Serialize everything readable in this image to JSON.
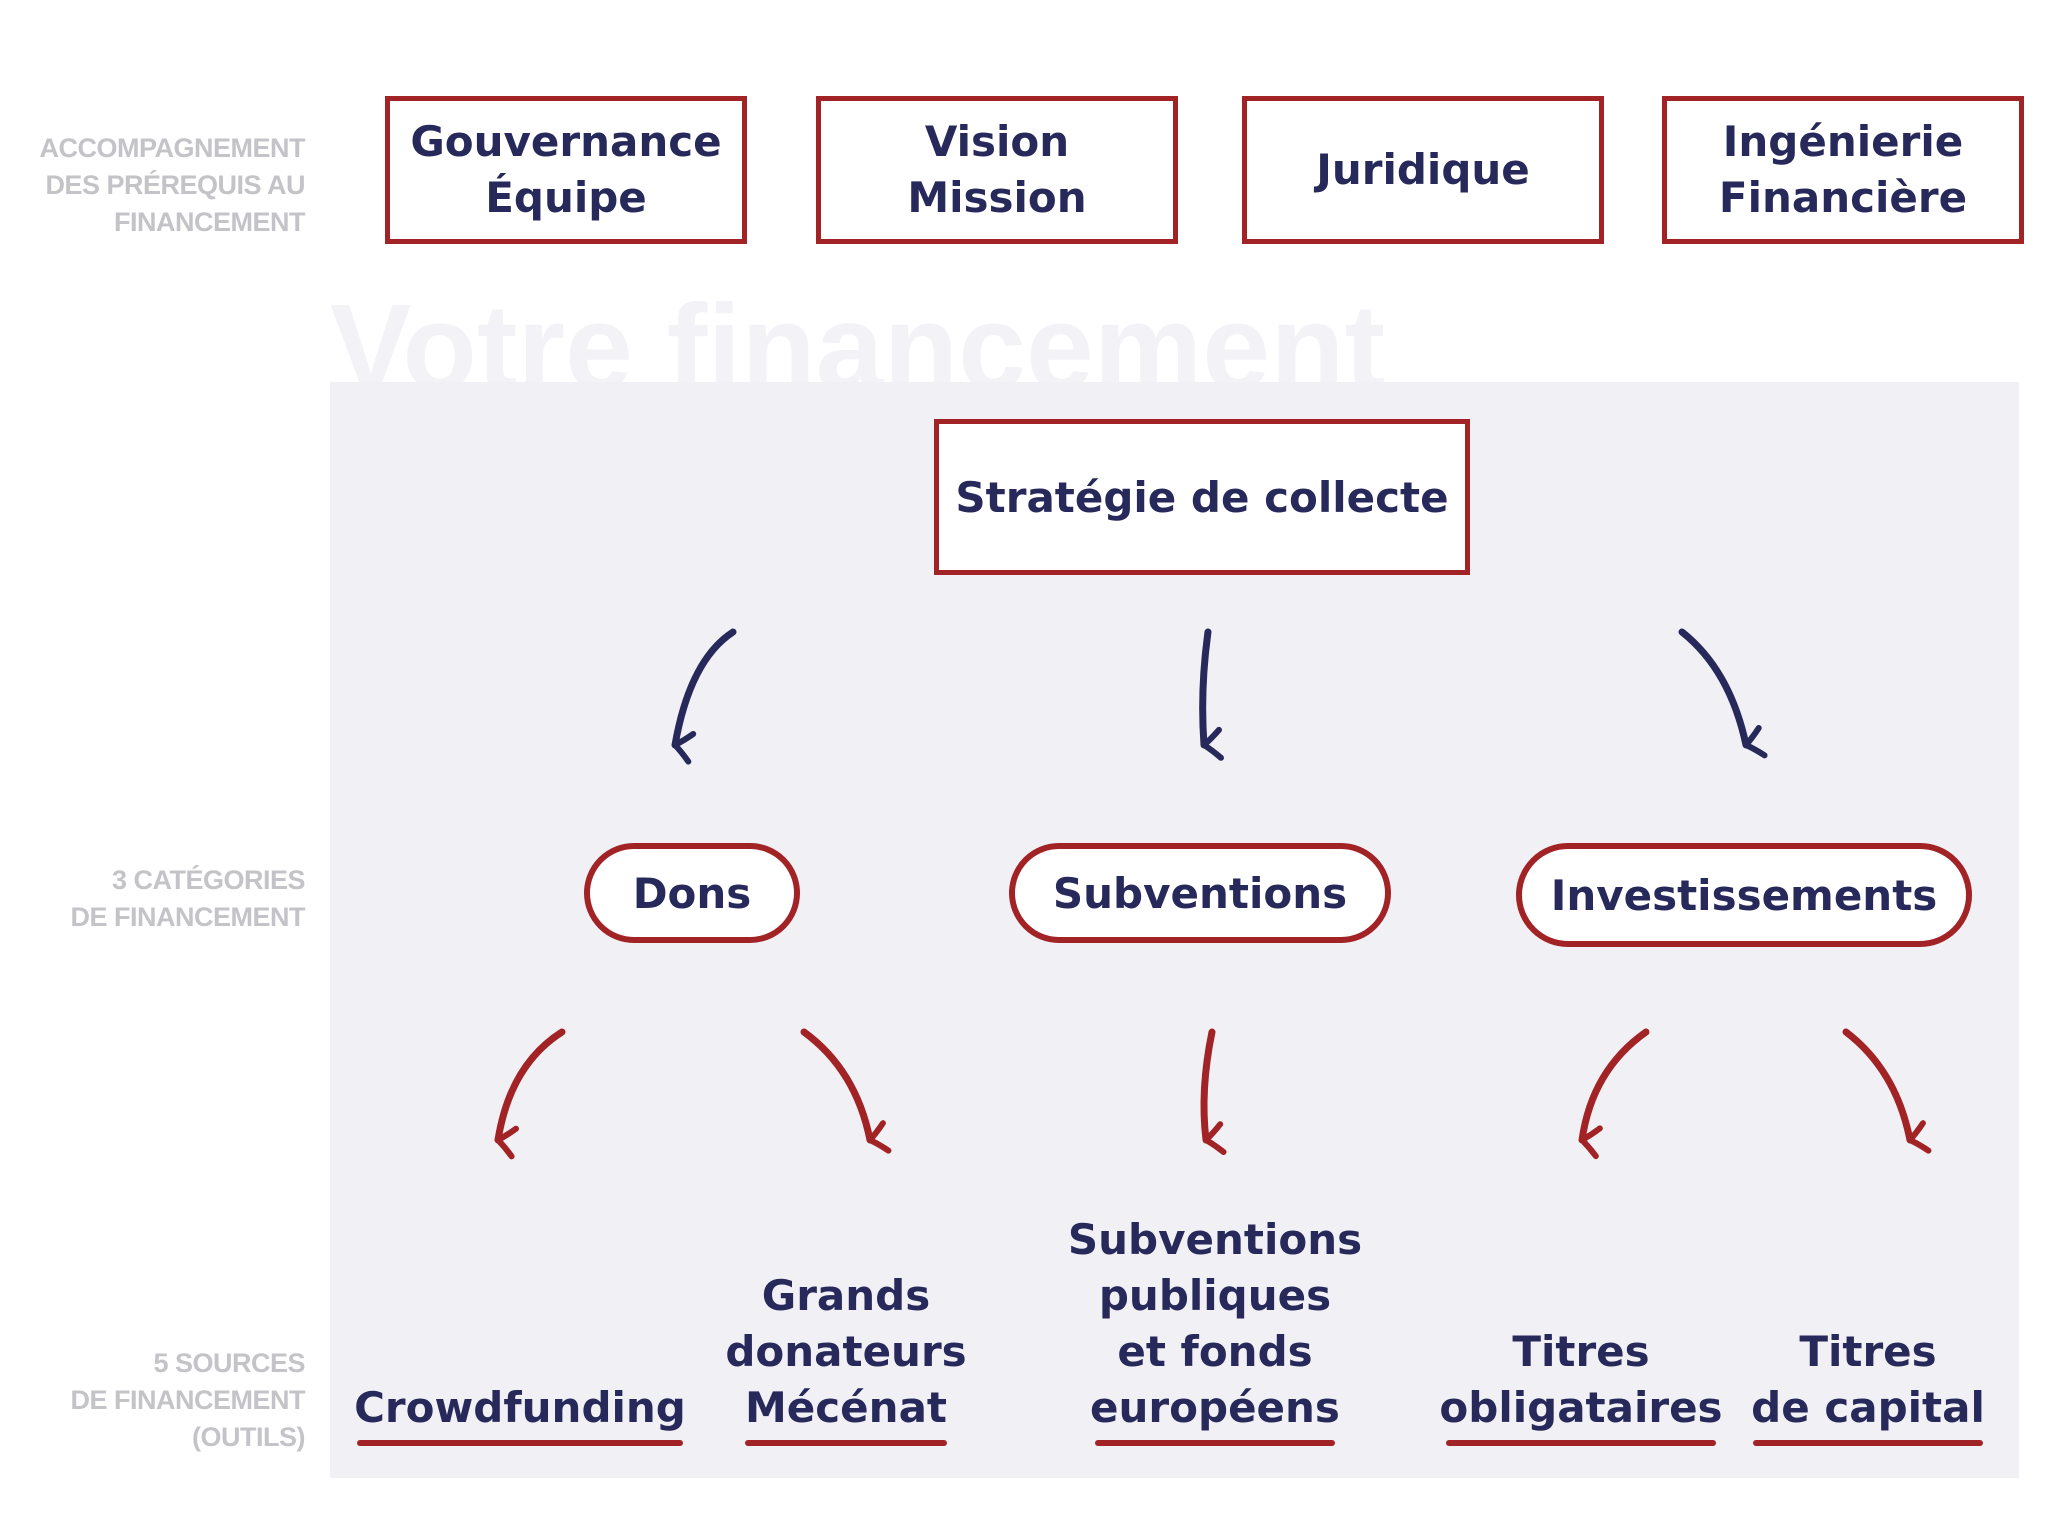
{
  "side_labels": {
    "prerequisites": "ACCOMPAGNEMENT\nDES PRÉREQUIS AU\nFINANCEMENT",
    "categories": "3 CATÉGORIES\nDE FINANCEMENT",
    "sources": "5 SOURCES\nDE FINANCEMENT\n(OUTILS)"
  },
  "prerequisites": [
    {
      "label": "Gouvernance\nÉquipe"
    },
    {
      "label": "Vision\nMission"
    },
    {
      "label": "Juridique"
    },
    {
      "label": "Ingénierie\nFinancière"
    }
  ],
  "watermark": "Votre financement",
  "strategy": "Stratégie de collecte",
  "categories": [
    {
      "label": "Dons"
    },
    {
      "label": "Subventions"
    },
    {
      "label": "Investissements"
    }
  ],
  "sources": [
    {
      "label": "Crowdfunding"
    },
    {
      "label": "Grands\ndonateurs\nMécénat"
    },
    {
      "label": "Subventions\npubliques\net fonds\neuropéens"
    },
    {
      "label": "Titres\nobligataires"
    },
    {
      "label": "Titres\nde capital"
    }
  ],
  "colors": {
    "navy": "#27295b",
    "red": "#a12325",
    "panel": "#f1f0f5",
    "label_gray": "#c4c4c8"
  }
}
